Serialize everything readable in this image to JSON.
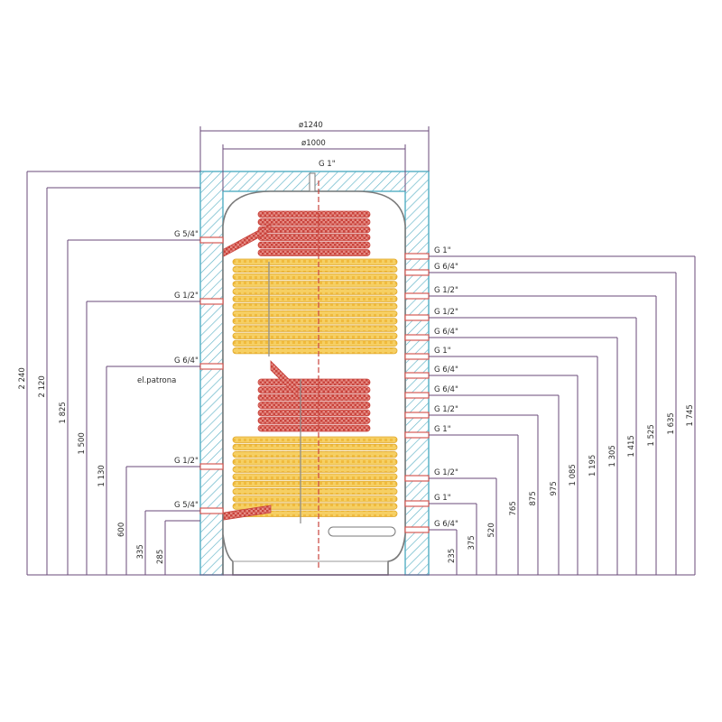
{
  "diagram": {
    "top_dims": {
      "outer_diameter": "ø1240",
      "inner_diameter": "ø1000"
    },
    "top_port": "G 1\"",
    "left_ports": [
      {
        "label": "G 5/4\""
      },
      {
        "label": "G 1/2\""
      },
      {
        "label": "G 6/4\""
      },
      {
        "label": "G 1/2\""
      },
      {
        "label": "G 5/4\""
      }
    ],
    "heater_note": "el.patrona",
    "left_heights": [
      "2 240",
      "2 120",
      "1 825",
      "1 500",
      "1 130",
      "600",
      "335",
      "285"
    ],
    "right_ports": [
      {
        "label": "G 1\""
      },
      {
        "label": "G 6/4\""
      },
      {
        "label": "G 1/2\""
      },
      {
        "label": "G 1/2\""
      },
      {
        "label": "G 6/4\""
      },
      {
        "label": "G 1\""
      },
      {
        "label": "G 6/4\""
      },
      {
        "label": "G 6/4\""
      },
      {
        "label": "G 1/2\""
      },
      {
        "label": "G 1\""
      },
      {
        "label": "G 1/2\""
      },
      {
        "label": "G 1\""
      },
      {
        "label": "G 6/4\""
      }
    ],
    "right_heights": [
      "235",
      "375",
      "520",
      "765",
      "875",
      "975",
      "1 085",
      "1 195",
      "1 305",
      "1 415",
      "1 525",
      "1 635",
      "1 745"
    ],
    "colors": {
      "insulation_hatch": "#5fb3c7",
      "upper_coil": "#d9534a",
      "solar_coil": "#f2c24f",
      "tank_outline": "#7a7a7a",
      "dimension_line": "#6a4a7a",
      "port": "#d65a55"
    }
  }
}
